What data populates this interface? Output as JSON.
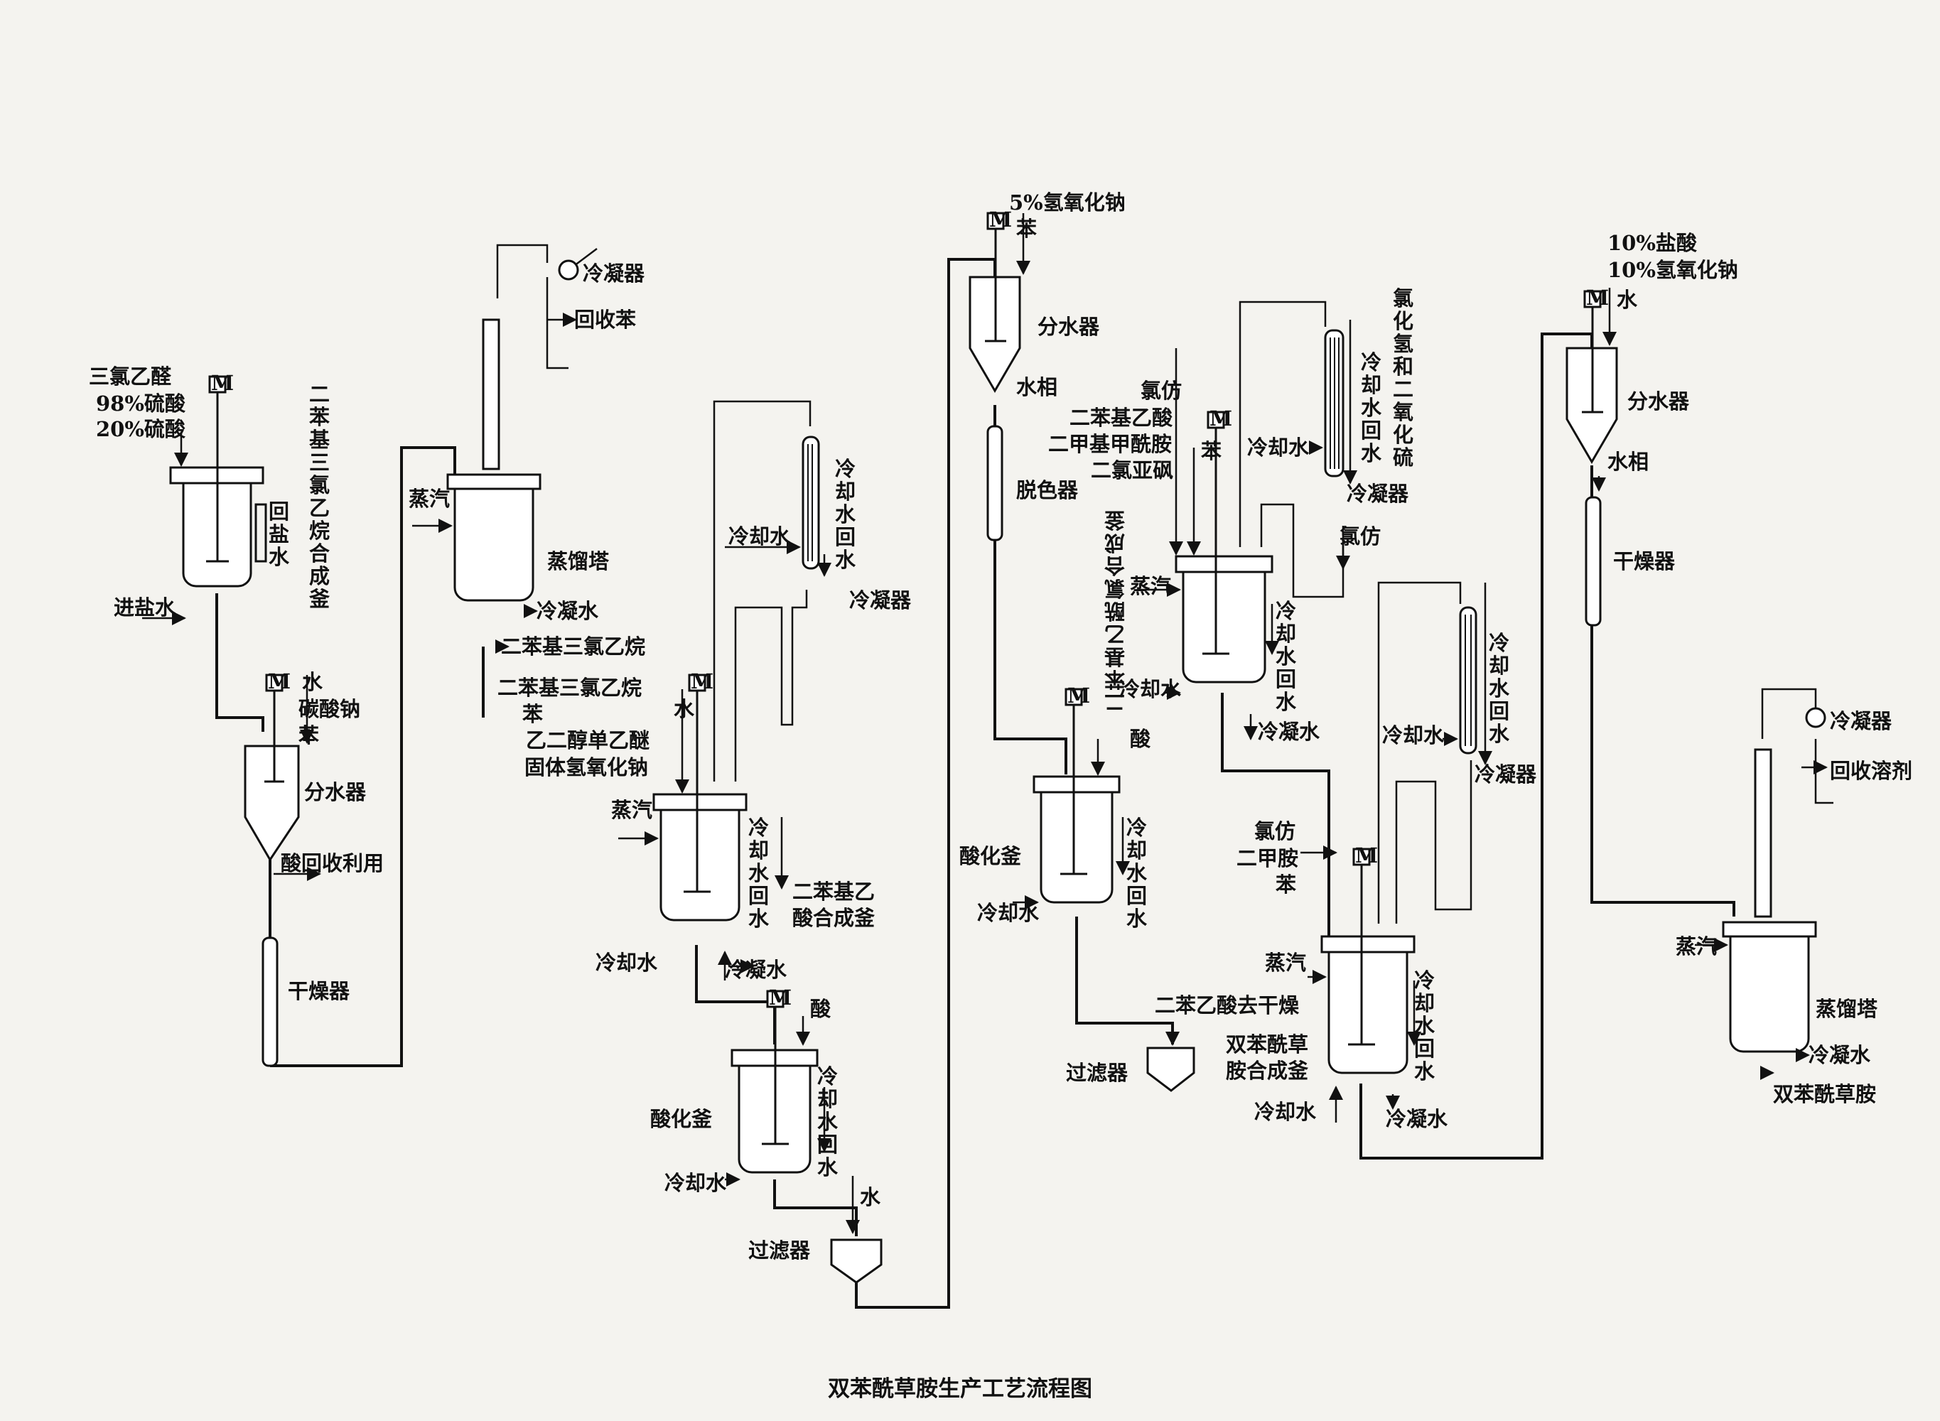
{
  "caption": "双苯酰草胺生产工艺流程图",
  "motor_symbol": "M",
  "labels": {
    "s1_feed1": "三氯乙醛",
    "s1_feed2": "98%硫酸",
    "s1_feed3": "20%硫酸",
    "s1_reactor_name": "二苯基三氯乙烷合成釜",
    "s1_return_water": "回盐水",
    "s1_in_brine": "进盐水",
    "s1_sep_feed1": "水",
    "s1_sep_feed2": "碳酸钠",
    "s1_sep_feed3": "苯",
    "s1_separator": "分水器",
    "s1_acid_recycle": "酸回收利用",
    "s1_dryer": "干燥器",
    "s2_condenser": "冷凝器",
    "s2_recover_benzene": "回收苯",
    "s2_steam": "蒸汽",
    "s2_column": "蒸馏塔",
    "s2_condensate": "冷凝水",
    "s2_product": "二苯基三氯乙烷",
    "s3_feed1": "二苯基三氯乙烷",
    "s3_feed2": "苯",
    "s3_feed3": "乙二醇单乙醚",
    "s3_feed4": "固体氢氧化钠",
    "s3_water": "水",
    "s3_steam": "蒸汽",
    "s3_cw_return": "冷却水回水",
    "s3_reactor_name": "二苯基乙酸合成釜",
    "s3_cw_in": "冷却水",
    "s3_condensate": "冷凝水",
    "s3_cond_cw_in": "冷却水",
    "s3_cond_cw_return": "冷却水回水",
    "s3_condenser": "冷凝器",
    "s4_acid": "酸",
    "s4_vessel": "酸化釜",
    "s4_cw_return": "冷却水回水",
    "s4_cw_in": "冷却水",
    "s4_water": "水",
    "s4_filter": "过滤器",
    "s5_feed1": "5%氢氧化钠",
    "s5_feed2": "苯",
    "s5_separator": "分水器",
    "s5_water_phase": "水相",
    "s5_decolor": "脱色器",
    "s5_reactor_name": "二苯基乙酰氯合成釜",
    "s5_acid": "酸",
    "s5_vessel": "酸化釜",
    "s5_cw_return": "冷却水回水",
    "s5_cw_in": "冷却水",
    "s5_to_dry": "二苯乙酸去干燥",
    "s5_filter": "过滤器",
    "s6_feed1": "氯仿",
    "s6_feed2": "二苯基乙酸",
    "s6_feed3": "二甲基甲酰胺",
    "s6_feed4": "二氯亚砜",
    "s6_benzene": "苯",
    "s6_cond_cw_in": "冷却水",
    "s6_cond_cw_return": "冷却水回水",
    "s6_gas_out": "氯化氢和二氧化硫",
    "s6_condenser": "冷凝器",
    "s6_chloroform": "氯仿",
    "s6_steam": "蒸汽",
    "s6_cw_return": "冷却水回水",
    "s6_cw_in": "冷却水",
    "s6_condensate": "冷凝水",
    "s7_cond_cw_in": "冷却水",
    "s7_cond_cw_return": "冷却水回水",
    "s7_condenser": "冷凝器",
    "s7_feed1": "氯仿",
    "s7_feed2": "二甲胺",
    "s7_feed3": "苯",
    "s7_steam": "蒸汽",
    "s7_reactor_name1": "双苯酰草",
    "s7_reactor_name2": "胺合成釜",
    "s7_cw_return": "冷却水回水",
    "s7_cw_in": "冷却水",
    "s7_condensate": "冷凝水",
    "s8_feed1": "10%盐酸",
    "s8_feed2": "10%氢氧化钠",
    "s8_water": "水",
    "s8_separator": "分水器",
    "s8_water_phase": "水相",
    "s8_dryer": "干燥器",
    "s9_condenser": "冷凝器",
    "s9_recover_solvent": "回收溶剂",
    "s9_steam": "蒸汽",
    "s9_column": "蒸馏塔",
    "s9_condensate": "冷凝水",
    "s9_product": "双苯酰草胺"
  }
}
